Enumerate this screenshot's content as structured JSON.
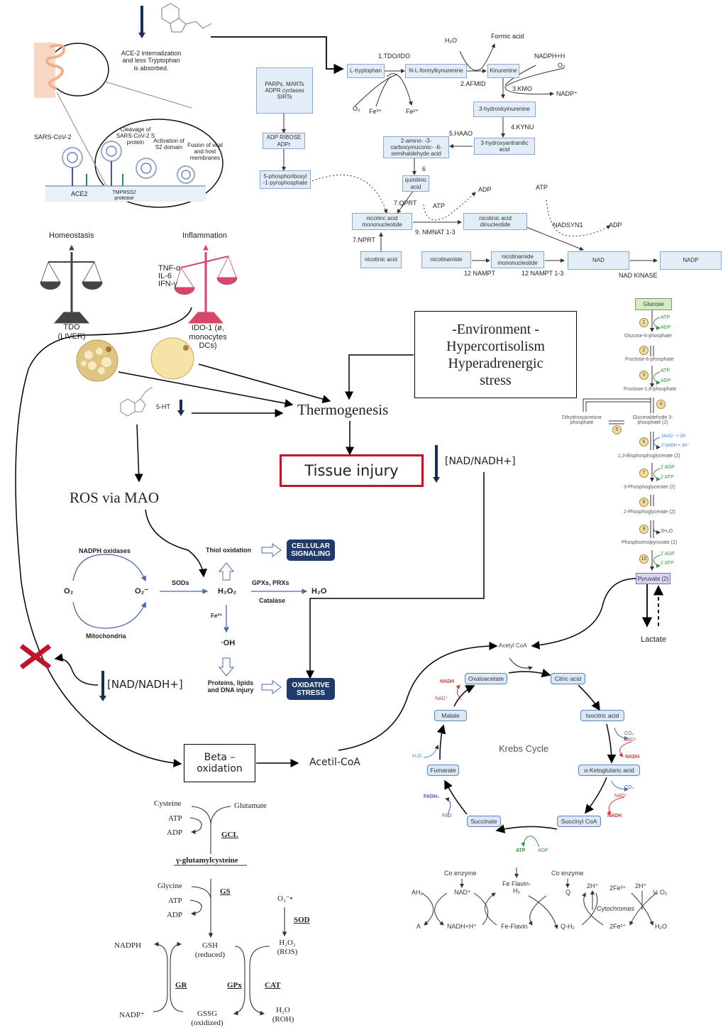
{
  "infection": {
    "ace2_note": "ACE-2 internalization and less Tryptophan is absorbed.",
    "virus_label": "SARS-CoV-2",
    "ace2_label": "ACE2",
    "tmprss2_label": "TMPRSS2 protease",
    "cleavage_label": "Cleavage of SARS-CoV-2 S protein",
    "activation_label": "Activation of S2 domain",
    "fusion_label": "Fusion of viral and host membranes"
  },
  "kynurenine_pathway": {
    "nodes": {
      "l_tryptophan": "L-tryptophan",
      "formylkynurenine": "N-L-formylkynurenine",
      "kinurenine": "Kinurenine",
      "hydroxykynurenine": "3-hydroxkyinurenine",
      "hydroxyantranilic": "3-hydroxyantranilic acid",
      "acms": "2-amino- -3-carboxymuconic- -6-semihaldehyde acid",
      "quinilinic": "quinilinic acid",
      "naмн": "nicotinc acid mononucleotide",
      "naad": "nicotinic acid dinucleotide",
      "nicotinic_acid": "nicotinic acid",
      "nicotinamide": "nicotinamide",
      "nmn": "nicotinamide mononucleotide",
      "nad": "NAD",
      "nadp": "NADP",
      "parps": "PARPs, MARTs ADPR cyclases SIRTs",
      "adp_ribose": "ADP RIBOSE ADPr",
      "prpp": "5-phosphoribosyl -1-pyrophosphate"
    },
    "enzymes": {
      "tdo_ido": "1.TDO/IDO",
      "afmid": "2.AFMID",
      "kmo": "3.KMO",
      "kynu": "4.KYNU",
      "haao": "5.HAAO",
      "step6": "6",
      "qprt": "7.QPRT",
      "nprt": "7.NPRT",
      "nmnat": "9. NMNAT 1-3",
      "nadsyn1": "NADSYN1",
      "nampt": "12 NAMPT",
      "nampt13": "12 NAMPT 1-3",
      "nad_kinase": "NAD KINASE"
    },
    "cofactors": {
      "h2o": "H₂O",
      "formic_acid": "Formic acid",
      "nadph_h": "NADPH+H",
      "o2_kmo": "O₂",
      "nadp_plus": "NADP⁺",
      "o2": "O₂",
      "fe3": "Fe³⁺",
      "fe2": "Fe²⁺",
      "adp1": "ADP",
      "atp1": "ATP",
      "atp2": "ATP",
      "adp2": "ADP"
    }
  },
  "balance": {
    "homeostasis": "Homeostasis",
    "inflammation": "Inflammation",
    "cytokines": [
      "TNF-α",
      "IL-6",
      "IFN-γ"
    ],
    "tdo_liver": "TDO (LIVER)",
    "ido1": "IDO-1 (ø, monocytes DCs)"
  },
  "central": {
    "serotonin": "5-HT",
    "environment_box": [
      "-Environment -",
      "Hypercortisolism",
      "Hyperadrenergic",
      "stress"
    ],
    "thermogenesis": "Thermogenesis",
    "tissue_injury": "Tissue injury",
    "nad_ratio_1": "[NAD/NADH+]",
    "ros_via_mao": "ROS via MAO",
    "nad_ratio_2": "[NAD/NADH+]",
    "beta_oxidation": "Beta – oxidation",
    "acetil_coa": "Acetil-CoA"
  },
  "ros": {
    "nadph_oxidases": "NADPH oxidases",
    "mitochondria": "Mitochondria",
    "o2": "O₂",
    "superoxide": "O₂⁻",
    "sods": "SODs",
    "h2o2": "H₂O₂",
    "thiol_oxidation": "Thiol oxidation",
    "cellular_signaling": "CELLULAR SIGNALING",
    "gpx_prx": "GPXs, PRXs",
    "catalase": "Catalase",
    "h2o": "H₂O",
    "fe2": "Fe²⁺",
    "oh": "·OH",
    "injury": "Proteins, lipids and DNA injury",
    "oxidative_stress": "OXIDATIVE STRESS"
  },
  "glycolysis": {
    "glucose": "Glucose",
    "steps": [
      {
        "num": "1",
        "product": "Glucose-6-phosphate",
        "in": "ATP",
        "out": "ADP"
      },
      {
        "num": "2",
        "product": "Fructose-6-phosphate"
      },
      {
        "num": "3",
        "product": "Fructose-1,6-phosphate",
        "in": "ATP",
        "out": "ADP"
      },
      {
        "num": "4",
        "product": "Glyceraldehyde 3-phosphate (2)"
      },
      {
        "num": "5",
        "product": "Dihydroxyacetone phosphate"
      },
      {
        "num": "6",
        "product": "1,3-Bisphosphoglycerate (2)",
        "in": "2NAD⁺ + 2Pᵢ",
        "out": "2 NADH + 2H⁺"
      },
      {
        "num": "7",
        "product": "3-Phosphoglycerate (2)",
        "in": "2 ADP",
        "out": "2 ATP"
      },
      {
        "num": "8",
        "product": "2-Phosphoglycerate (2)"
      },
      {
        "num": "9",
        "product": "Phosphoenolpyruvate (2)",
        "out": "2H₂O"
      },
      {
        "num": "10",
        "product": "Pyruvate (2)",
        "in": "2 ADP",
        "out": "2 ATP"
      }
    ],
    "lactate": "Lactate"
  },
  "krebs": {
    "title": "Krebs Cycle",
    "acetyl_coa": "Acetyl CoA",
    "nodes": [
      "Oxaloacetate",
      "Citric acid",
      "Isocitric acid",
      "α-Ketoglutaric acid",
      "Succinyl CoA",
      "Succinate",
      "Fumarate",
      "Malate"
    ],
    "cofactors": {
      "nadh_mal": "NADH",
      "nad_mal": "NAD⁺",
      "co2_iso": "CO₂",
      "nad_iso": "NAD⁺",
      "nadh_iso": "NADH",
      "co2_akg": "CO₂",
      "nad_akg": "NAD⁺",
      "nadh_akg": "NADH",
      "atp": "ATP",
      "adp": "ADP",
      "fadh2": "FADH₂",
      "fad": "FAD",
      "h2o": "H₂O"
    }
  },
  "etc": {
    "co_enzyme_1": "Co enzyme",
    "co_enzyme_2": "Co enzyme",
    "ah2": "AH₂",
    "a": "A",
    "nad_plus": "NAD⁺",
    "nadh_h": "NADH+H⁺",
    "fe_flavin_h2": "Fe Flavin-H₂",
    "fe_flavin": "Fe-Flavin",
    "q": "Q",
    "qh2": "Q-H₂",
    "h_plus_1": "2H⁺",
    "fe3": "2Fe³⁺",
    "h_plus_2": "2H⁺",
    "half_o2": "½ O₂",
    "cytochromes": "Cytochromes",
    "fe2": "2Fe²⁺",
    "h2o": "H₂O"
  },
  "glutathione": {
    "cysteine": "Cysteine",
    "glutamate": "Glutamate",
    "atp1": "ATP",
    "adp1": "ADP",
    "gcl": "GCL",
    "gamma_glu_cys": "γ-glutamylcysteine",
    "glycine": "Glycine",
    "atp2": "ATP",
    "adp2": "ADP",
    "gs": "GS",
    "superoxide": "O₂⁻•",
    "sod": "SOD",
    "nadph": "NADPH",
    "gsh": "GSH",
    "gsh_note": "(reduced)",
    "h2o2": "H₂O₂",
    "h2o2_note": "(ROS)",
    "gr": "GR",
    "gpx": "GPx",
    "cat": "CAT",
    "nadp_plus": "NADP⁺",
    "gssg": "GSSG",
    "gssg_note": "(oxidized)",
    "h2o": "H₂O",
    "h2o_note": "(ROH)"
  }
}
